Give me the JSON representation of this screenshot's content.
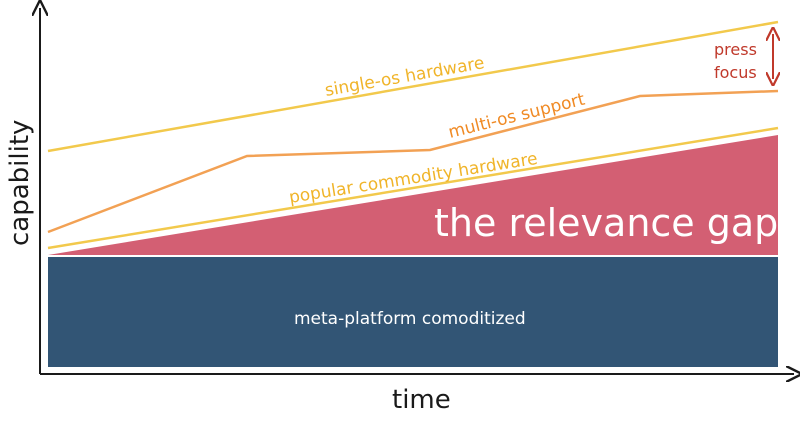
{
  "axes": {
    "x_label": "time",
    "y_label": "capability"
  },
  "labels": {
    "single_os": "single-os hardware",
    "multi_os": "multi-os support",
    "popular_commodity": "popular commodity hardware",
    "relevance_gap": "the relevance gap",
    "meta_platform": "meta-platform comoditized",
    "press_line1": "press",
    "press_line2": "focus"
  },
  "colors": {
    "axis": "#1a1a1a",
    "base_block": "#325575",
    "gap_area": "#d35f73",
    "yellow_line": "#f2c94c",
    "orange_line": "#f2a154",
    "yellow_text": "#f0b429",
    "orange_text": "#f08a24",
    "press_arrow": "#c0392b"
  }
}
